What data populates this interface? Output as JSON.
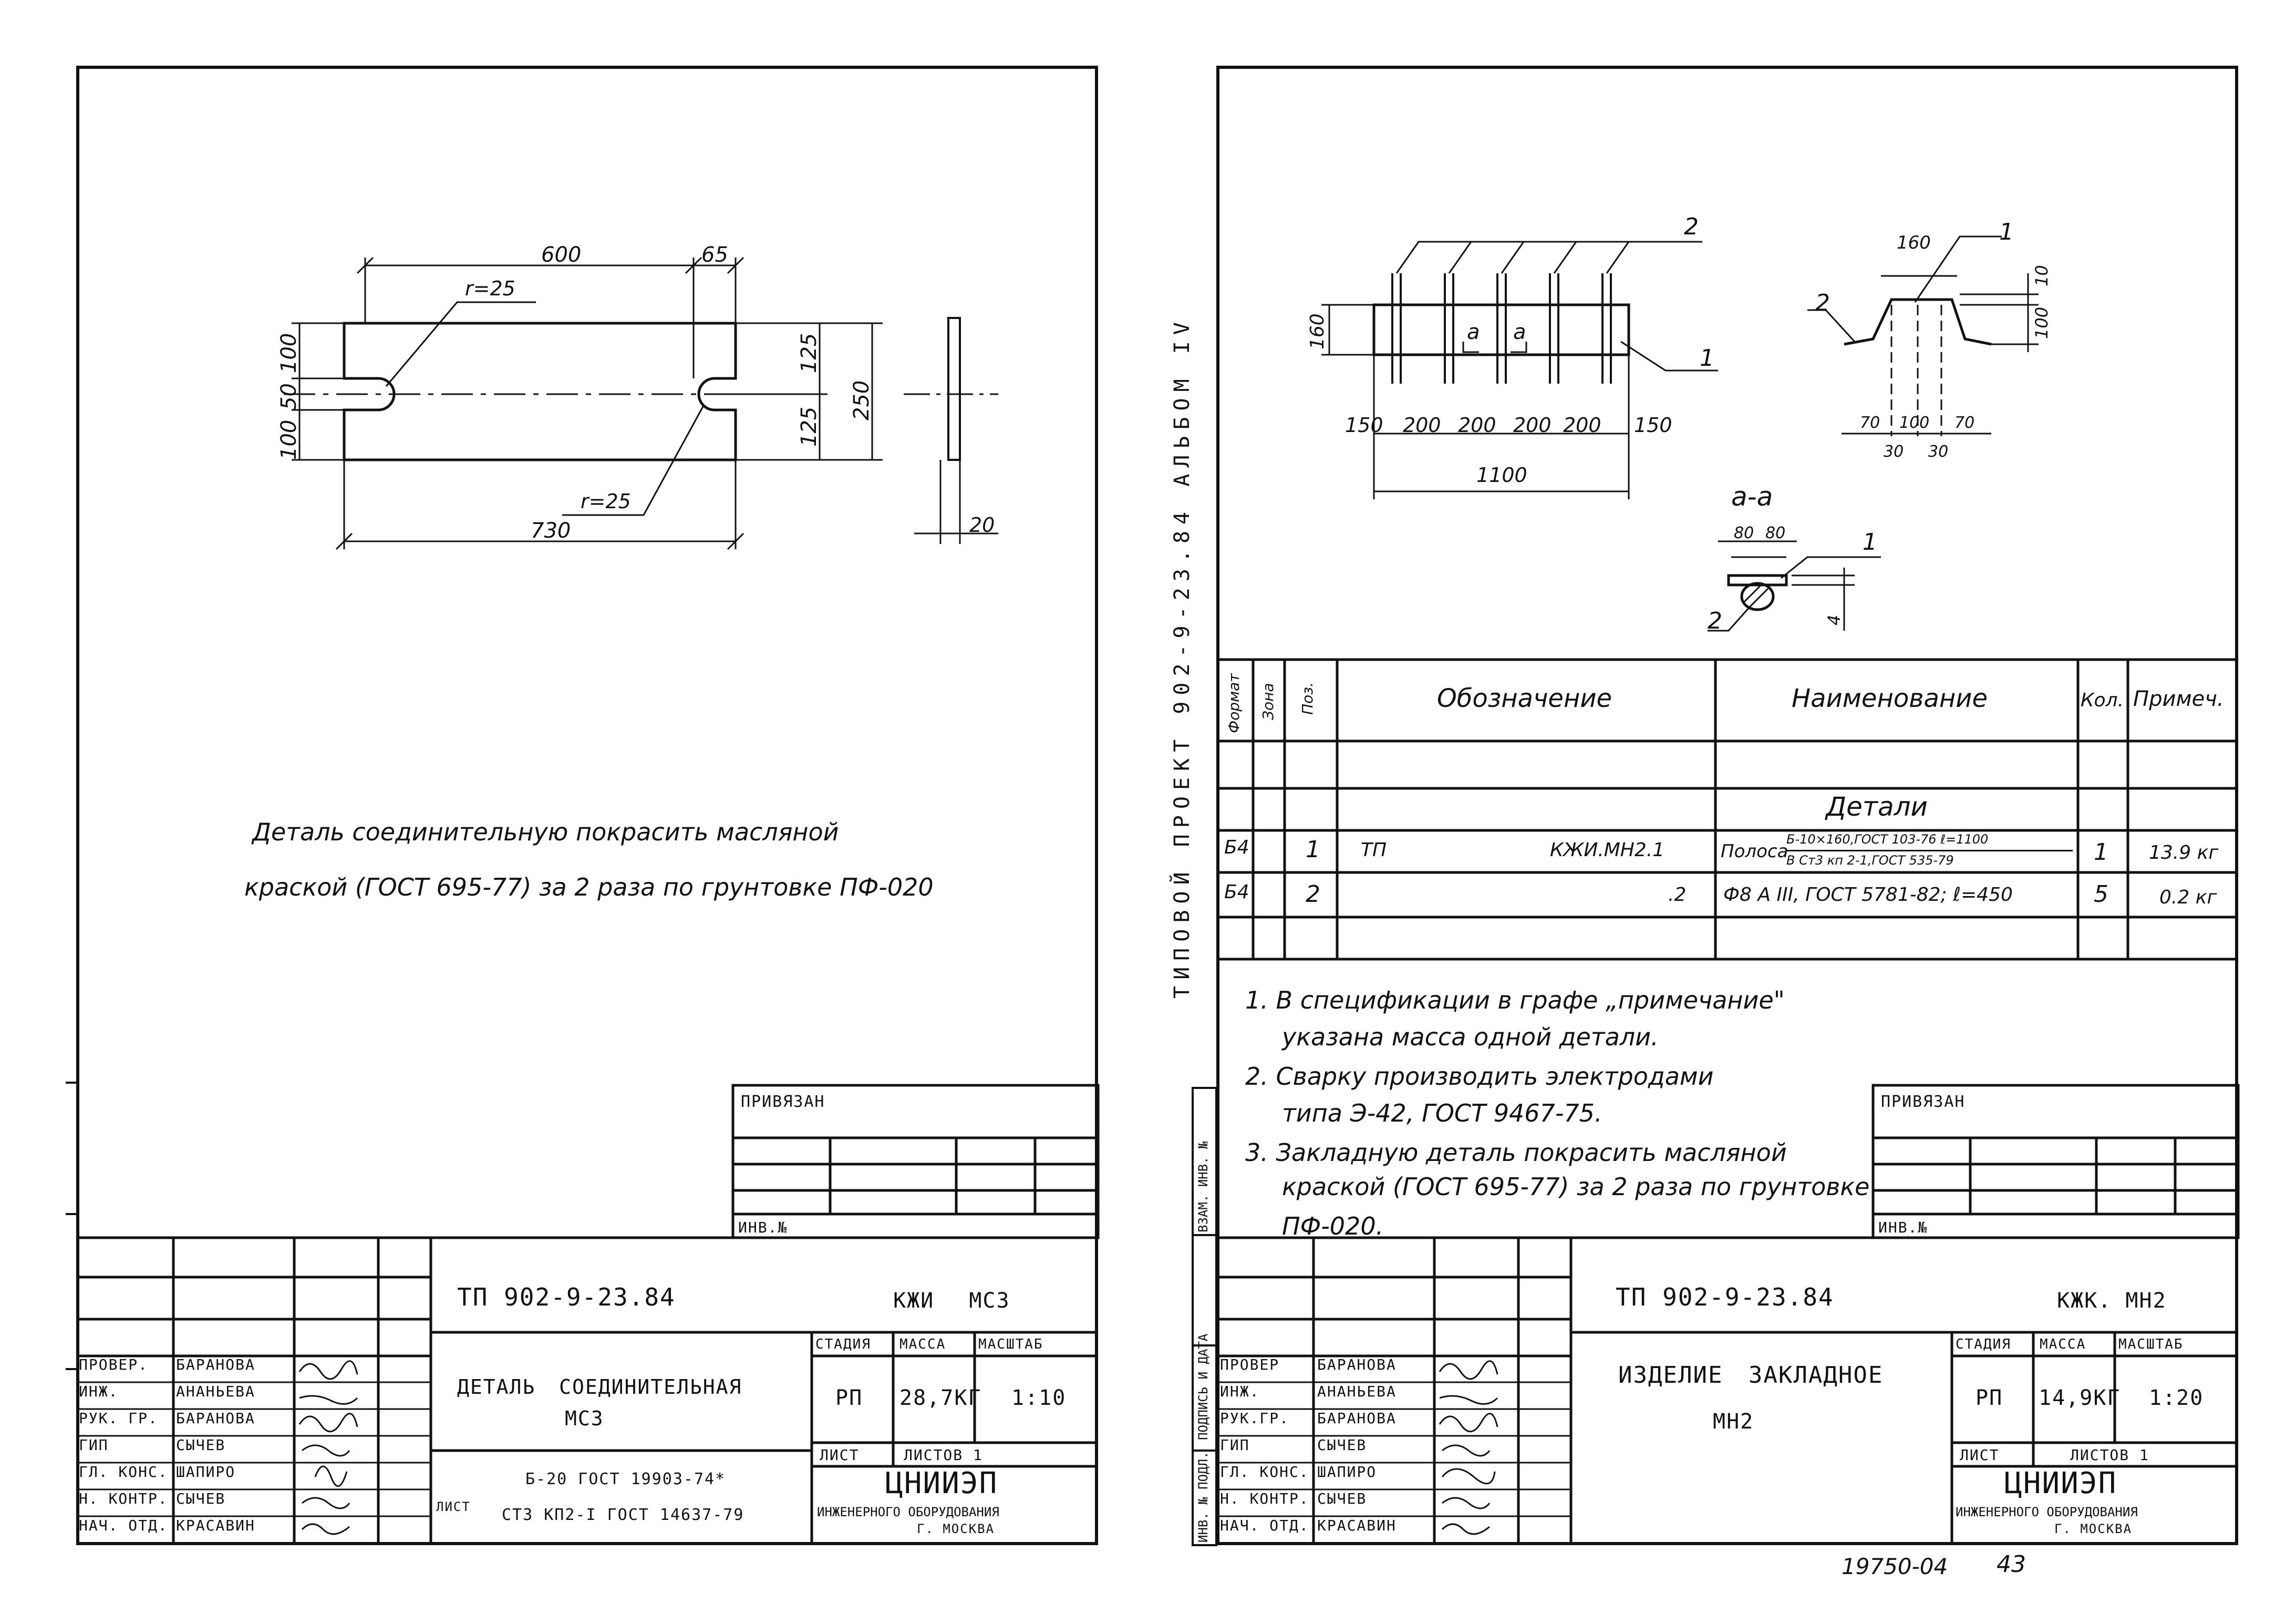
{
  "left_sheet": {
    "drawing": {
      "dim_600": "600",
      "dim_65": "65",
      "dim_730": "730",
      "dim_100_top": "100",
      "dim_50": "50",
      "dim_100_bot": "100",
      "dim_125_top": "125",
      "dim_125_bot": "125",
      "dim_250": "250",
      "radius_top": "r=25",
      "radius_bottom": "r=25",
      "dim_20": "20"
    },
    "note_line1": "Деталь соединительную покрасить масляной",
    "note_line2": "краской (ГОСТ 695-77) за 2 раза по грунтовке ПФ-020",
    "stamp_priv": "ПРИВЯЗАН",
    "stamp_inv": "ИНВ.№",
    "code": "ТП 902-9-23.84",
    "code_suffix": "КЖИ МС3",
    "title_line1": "ДЕТАЛЬ СОЕДИНИТЕЛЬНАЯ",
    "title_line2": "МС3",
    "stage_label": "СТАДИЯ",
    "mass_label": "МАССА",
    "scale_label": "МАСШТАБ",
    "stage": "РП",
    "mass": "28,7кг",
    "scale": "1:10",
    "sheet_label": "ЛИСТ",
    "sheets_label": "ЛИСТОВ 1",
    "material_line1": "Б-20 ГОСТ 19903-74*",
    "material_line2": "Ст3 кп2-I ГОСТ 14637-79",
    "material_prefix": "ЛИСТ",
    "org1": "ЦНИИЭП",
    "org2": "ИНЖЕНЕРНОГО ОБОРУДОВАНИЯ",
    "org3": "Г. МОСКВА",
    "roles": [
      "ПРОВЕР.",
      "ИНЖ.",
      "РУК. ГР.",
      "ГИП",
      "ГЛ. КОНС.",
      "Н. КОНТР.",
      "НАЧ. ОТД."
    ],
    "names": [
      "БАРАНОВА",
      "АНАНЬЕВА",
      "БАРАНОВА",
      "СЫЧЕВ",
      "ШАПИРО",
      "СЫЧЕВ",
      "КРАСАВИН"
    ]
  },
  "right_sheet": {
    "side_text": "Типовой проект 902-9-23.84 Альбом IV",
    "drawing": {
      "label_2_top": "2",
      "label_1_right": "1",
      "dim_160": "160",
      "dims_bottom": [
        "150",
        "200",
        "200",
        "200",
        "200",
        "150"
      ],
      "dim_1100": "1100",
      "cut_a1": "а",
      "cut_a2": "а",
      "side_160": "160",
      "side_10": "10",
      "side_100": "100",
      "side_label_1": "1",
      "side_label_2": "2",
      "side_dims": [
        "70",
        "100",
        "70"
      ],
      "side_dims2": [
        "30",
        "30"
      ],
      "section_title": "а-а",
      "sec_80a": "80",
      "sec_80b": "80",
      "sec_label_1": "1",
      "sec_label_2": "2",
      "sec_4": "4"
    },
    "spec": {
      "headers": [
        "Формат",
        "Зона",
        "Поз.",
        "Обозначение",
        "Наименование",
        "Кол.",
        "Примеч."
      ],
      "group": "Детали",
      "rows": [
        {
          "format": "Б4",
          "pos": "1",
          "code_a": "ТП",
          "code_b": "КЖИ.МН2.1",
          "name_a": "Полоса",
          "name_top": "Б-10×160,ГОСТ 103-76 ℓ=1100",
          "name_bottom": "В Ст3 кп 2-1,ГОСТ 535-79",
          "qty": "1",
          "note": "13.9 кг"
        },
        {
          "format": "Б4",
          "pos": "2",
          "code_a": "",
          "code_b": ".2",
          "name_a": "Ф8 А III, ГОСТ 5781-82; ℓ=450",
          "name_top": "",
          "name_bottom": "",
          "qty": "5",
          "note": "0.2 кг"
        }
      ]
    },
    "notes": [
      "1. В спецификации в графе „примечание\"",
      "указана масса одной детали.",
      "2. Сварку производить электродами",
      "типа Э-42, ГОСТ 9467-75.",
      "3. Закладную деталь покрасить масляной",
      "краской (ГОСТ 695-77) за 2 раза по грунтовке",
      "ПФ-020."
    ],
    "side_stamp": [
      "ИНВ. № ПОДЛ.",
      "ПОДПИСЬ И ДАТА",
      "ВЗАМ. ИНВ. №"
    ],
    "stamp_priv": "ПРИВЯЗАН",
    "stamp_inv": "ИНВ.№",
    "code": "ТП 902-9-23.84",
    "code_suffix": "КЖК. МН2",
    "title_line1": "ИЗДЕЛИЕ ЗАКЛАДНОЕ",
    "title_line2": "МН2",
    "stage_label": "СТАДИЯ",
    "mass_label": "МАССА",
    "scale_label": "МАСШТАБ",
    "stage": "РП",
    "mass": "14,9кг",
    "scale": "1:20",
    "sheet_label": "ЛИСТ",
    "sheets_label": "ЛИСТОВ 1",
    "org1": "ЦНИИЭП",
    "org2": "ИНЖЕНЕРНОГО ОБОРУДОВАНИЯ",
    "org3": "Г. МОСКВА",
    "roles": [
      "ПРОВЕР",
      "ИНЖ.",
      "РУК.ГР.",
      "ГИП",
      "ГЛ. КОНС.",
      "Н. КОНТР.",
      "НАЧ. ОТД."
    ],
    "names": [
      "БАРАНОВА",
      "АНАНЬЕВА",
      "БАРАНОВА",
      "СЫЧЕВ",
      "ШАПИРО",
      "СЫЧЕВ",
      "КРАСАВИН"
    ]
  },
  "footer": {
    "inventory": "19750-04",
    "page": "43"
  }
}
